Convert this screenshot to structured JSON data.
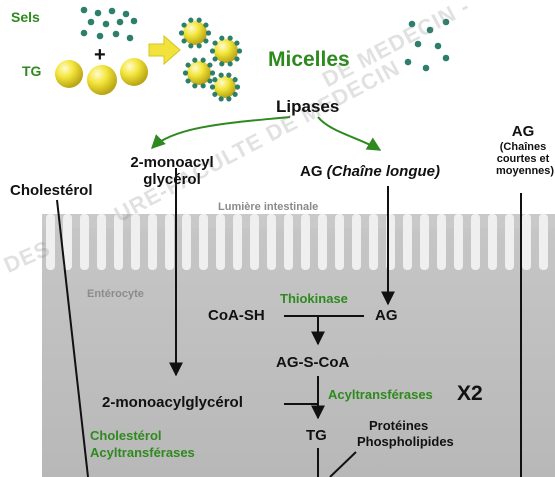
{
  "labels": {
    "sels": "Sels",
    "tg_top": "TG",
    "plus": "+",
    "micelles": "Micelles",
    "lipases": "Lipases",
    "monoacyl_line1": "2-monoacyl",
    "monoacyl_line2": "glycérol",
    "ag_long_prefix": "AG",
    "ag_long_suffix": "(Chaîne longue)",
    "ag_right": "AG",
    "ag_right_sub_1": "(Chaînes",
    "ag_right_sub_2": "courtes et",
    "ag_right_sub_3": "moyennes)",
    "cholesterol": "Cholestérol",
    "lumiere": "Lumière intestinale",
    "enterocyte": "Entérocyte",
    "coa_sh": "CoA-SH",
    "thiokinase": "Thiokinase",
    "ag_inner": "AG",
    "ag_s_coa": "AG-S-CoA",
    "monoacylglycerol": "2-monoacylglycérol",
    "acyltransferases": "Acyltransférases",
    "x2": "X2",
    "tg_inner": "TG",
    "proteines": "Protéines",
    "phospholipides": "Phospholipides",
    "chol_acyl_1": "Cholestérol",
    "chol_acyl_2": "Acyltransférases"
  },
  "watermark": {
    "text_left": "DES",
    "text_mid": "URE-FACULTE DE MEDECIN",
    "text_top": "DE MEDECIN -"
  },
  "colors": {
    "green": "#2e8a1e",
    "yellow": "#e9dc2a",
    "teal_dot": "#2d7f6b",
    "membrane": "#d0d0d0",
    "cell": "#bdbdbd",
    "arrow_yellow": "#f1e23c"
  }
}
